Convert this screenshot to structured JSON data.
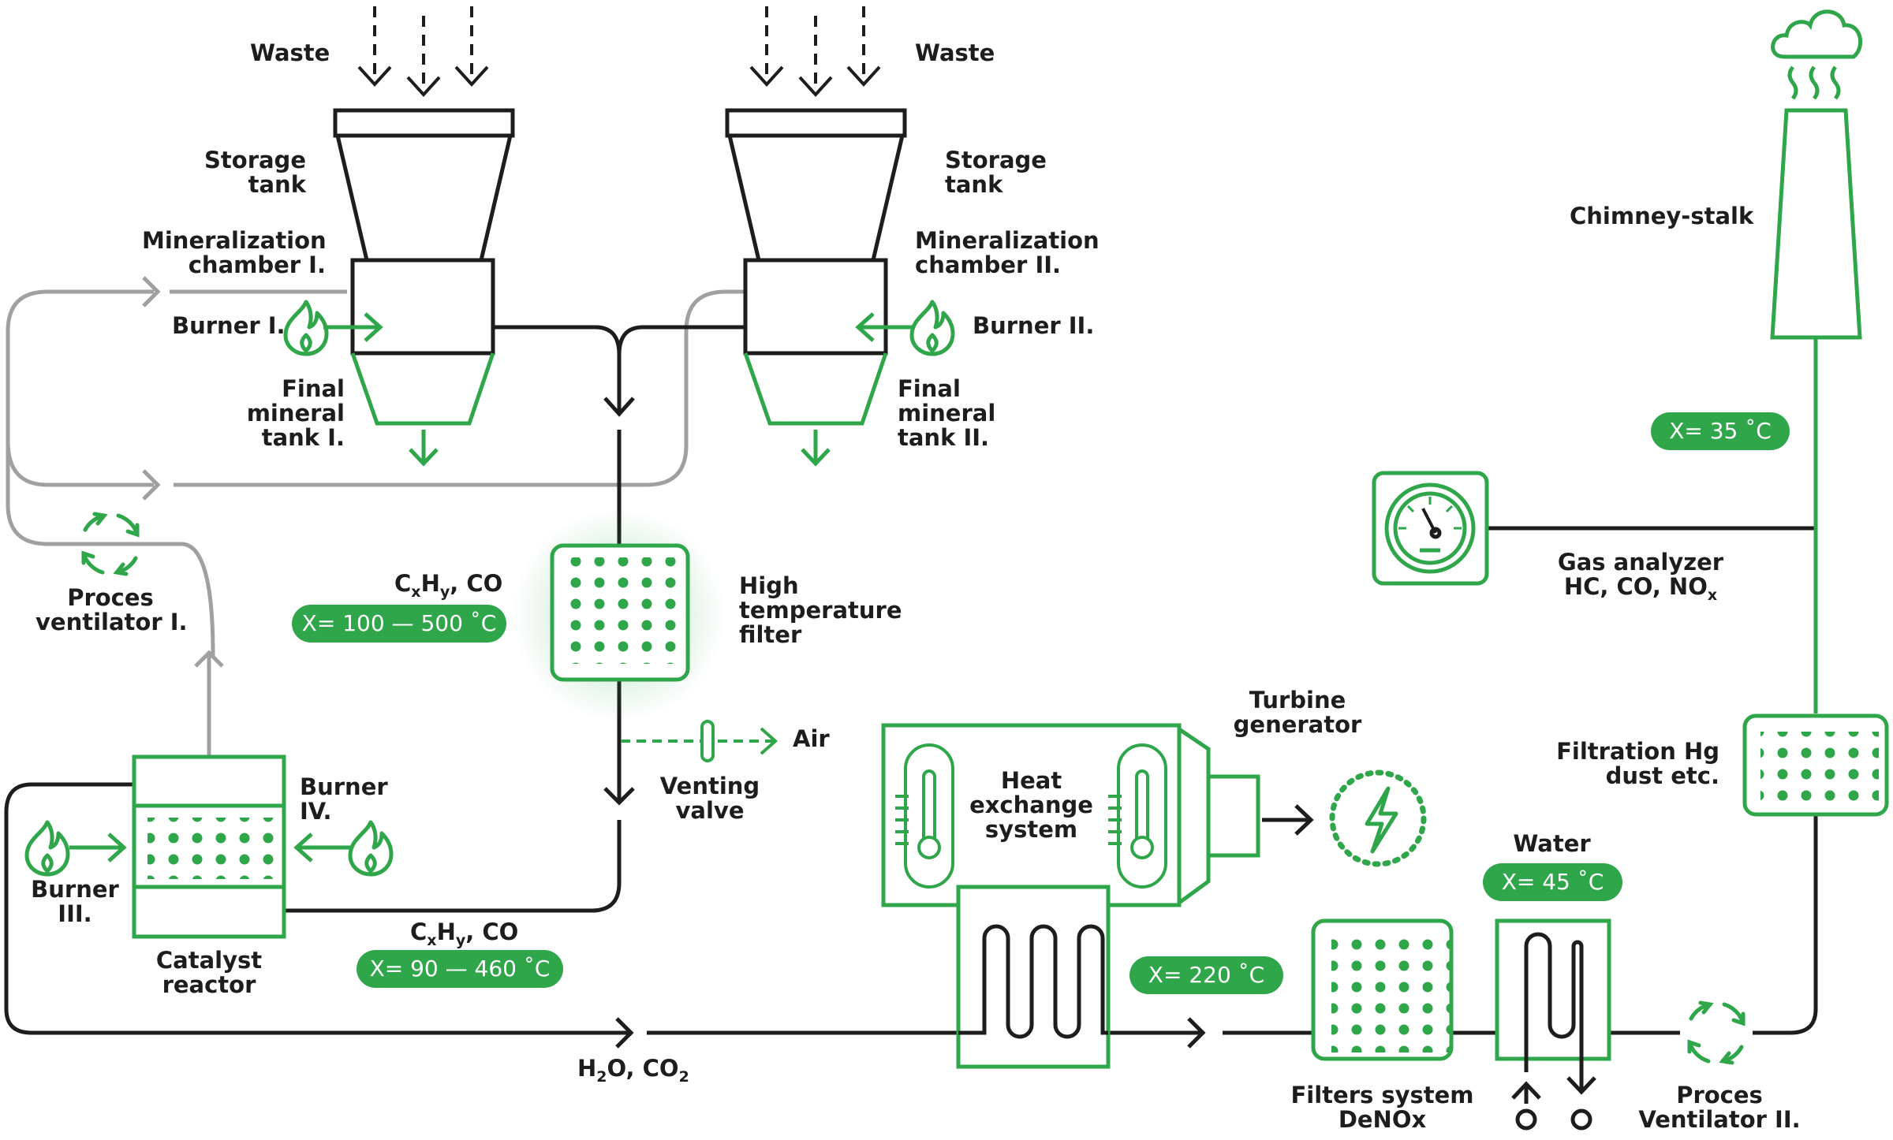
{
  "labels": {
    "waste_left": "Waste",
    "waste_right": "Waste",
    "storage_tank_left": [
      "Storage",
      "tank"
    ],
    "storage_tank_right": [
      "Storage",
      "tank"
    ],
    "mineralization_left": [
      "Mineralization",
      "chamber I."
    ],
    "mineralization_right": [
      "Mineralization",
      "chamber II."
    ],
    "burner_1": "Burner I.",
    "burner_2": "Burner II.",
    "burner_3": [
      "Burner",
      "III."
    ],
    "burner_4": [
      "Burner",
      "IV."
    ],
    "final_mineral_left": [
      "Final",
      "mineral",
      "tank I."
    ],
    "final_mineral_right": [
      "Final",
      "mineral",
      "tank II."
    ],
    "proces_ventilator_1": [
      "Proces",
      "ventilator I."
    ],
    "proces_ventilator_2": [
      "Proces",
      "Ventilator II."
    ],
    "high_temp_filter": [
      "High",
      "temperature",
      "filter"
    ],
    "venting_valve": [
      "Venting",
      "valve"
    ],
    "air": "Air",
    "catalyst_reactor": [
      "Catalyst",
      "reactor"
    ],
    "heat_exchange": [
      "Heat",
      "exchange",
      "system"
    ],
    "turbine_generator": [
      "Turbine",
      "generator"
    ],
    "chimney": "Chimney-stalk",
    "gas_analyzer": [
      "Gas analyzer",
      "HC, CO, NO"
    ],
    "gas_analyzer_sub": "x",
    "filtration_hg": [
      "Filtration Hg",
      "dust etc."
    ],
    "water": "Water",
    "filters_denox": [
      "Filters system",
      "DeNOx"
    ]
  },
  "chemistry": {
    "upper": {
      "c": "C",
      "x": "x",
      "h": "H",
      "y": "y",
      "rest": ", CO"
    },
    "lower": {
      "c": "C",
      "x": "x",
      "h": "H",
      "y": "y",
      "rest": ", CO"
    },
    "output": {
      "h": "H",
      "two_a": "2",
      "o": "O, CO",
      "two_b": "2"
    }
  },
  "temperatures": {
    "filter": "X= 100 — 500 ˚C",
    "catalyst": "X= 90 — 460 ˚C",
    "exchanger": "X= 220 ˚C",
    "water": "X= 45 ˚C",
    "chimney": "X= 35 ˚C"
  },
  "colors": {
    "green": "#2fa64a",
    "black": "#1d1d1b",
    "grey": "#a0a0a0"
  },
  "icons": [
    "flame-icon",
    "recycle-icon",
    "gauge-icon",
    "lightning-icon",
    "thermometer-icon",
    "cloud-icon"
  ]
}
